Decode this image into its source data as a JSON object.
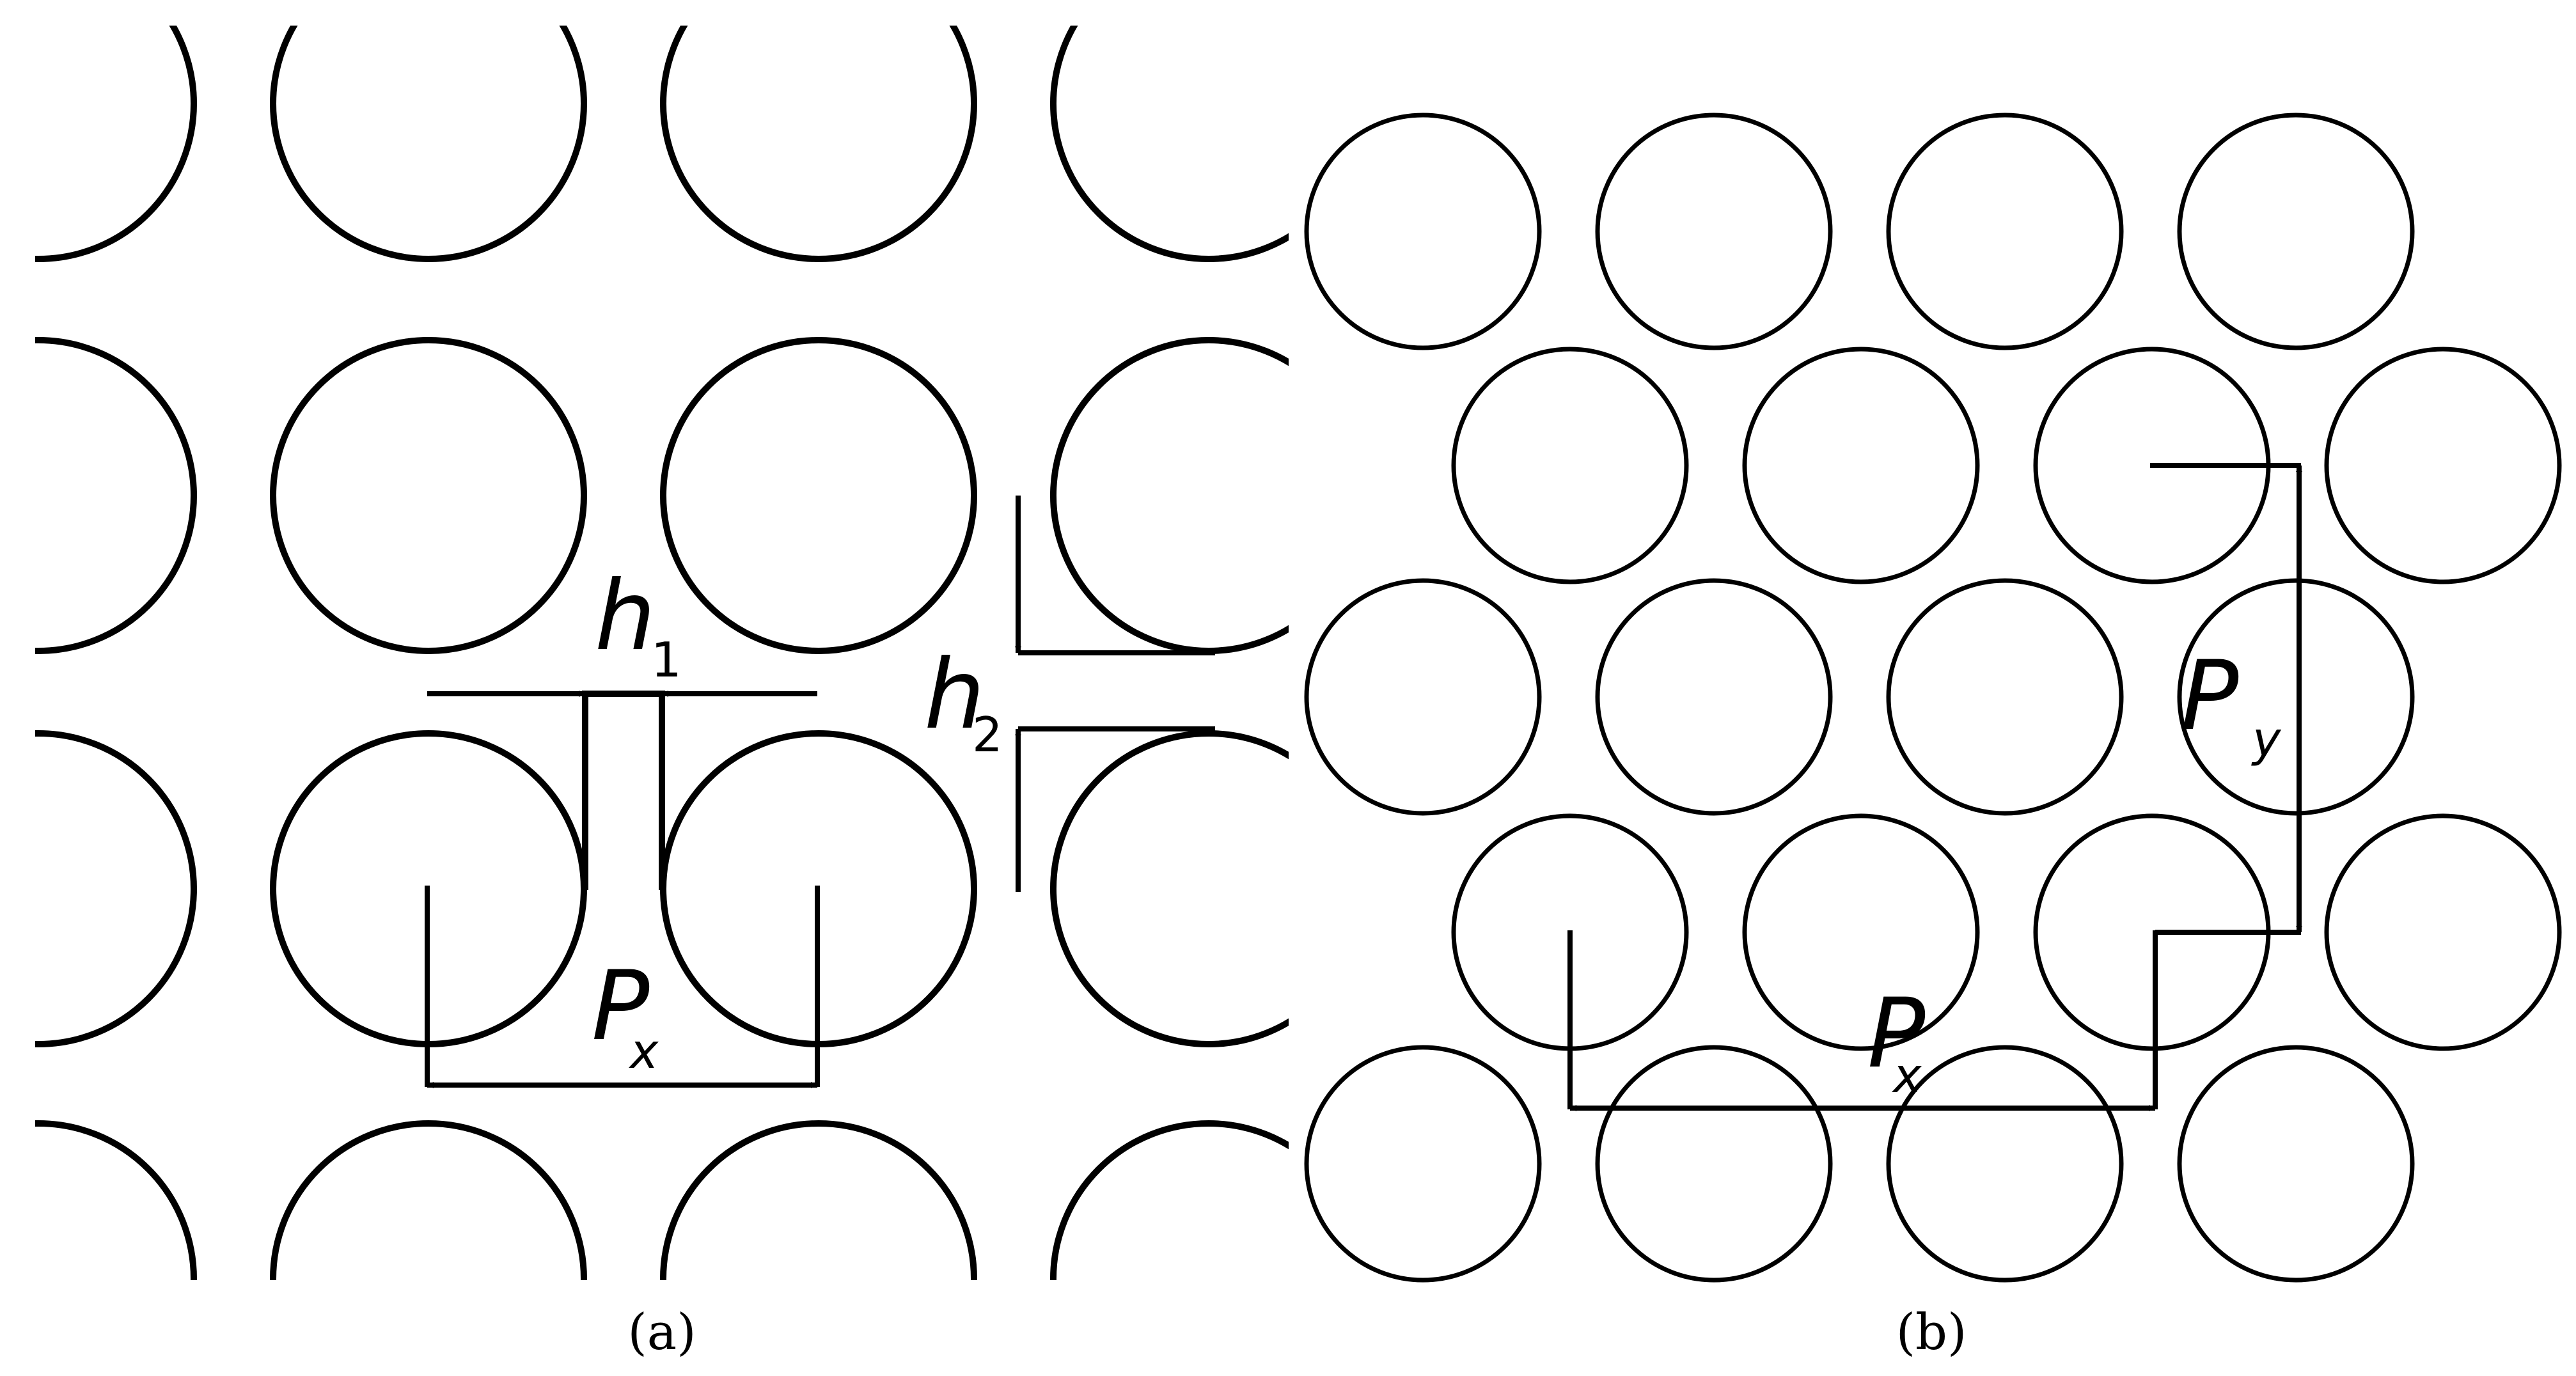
{
  "panel_a": {
    "caption": "(a)",
    "labels": {
      "h1": {
        "main": "h",
        "sub": "1"
      },
      "h2": {
        "main": "h",
        "sub": "2"
      },
      "px": {
        "main": "P",
        "sub": "x"
      }
    }
  },
  "panel_b": {
    "caption": "(b)",
    "labels": {
      "px": {
        "main": "P",
        "sub": "x"
      },
      "py": {
        "main": "P",
        "sub": "y"
      }
    }
  },
  "colors": {
    "stroke": "#000000",
    "background": "#ffffff"
  }
}
